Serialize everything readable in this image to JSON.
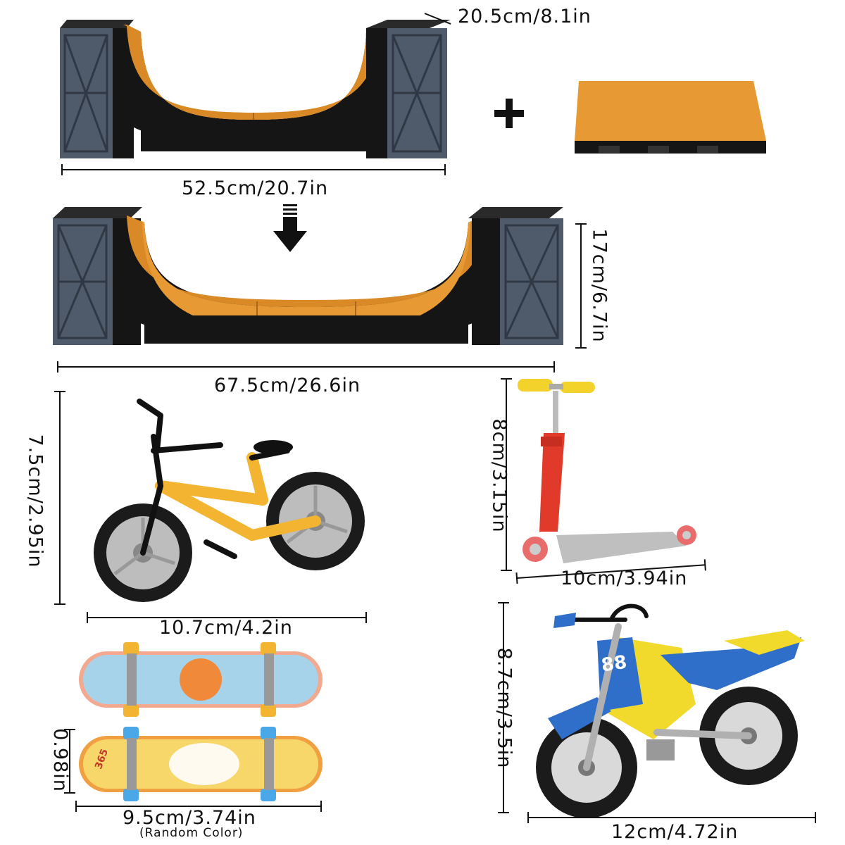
{
  "ramp_small": {
    "depth_label": "20.5cm/8.1in",
    "width_label": "52.5cm/20.7in"
  },
  "plus_sign": "+",
  "ramp_large": {
    "height_label": "17cm/6.7in",
    "width_label": "67.5cm/26.6in"
  },
  "bike": {
    "height_label": "7.5cm/2.95in",
    "width_label": "10.7cm/4.2in"
  },
  "scooter": {
    "height_label": "8cm/3.15in",
    "width_label": "10cm/3.94in"
  },
  "skateboards": {
    "height_label": "0.98in",
    "width_label": "9.5cm/3.74in",
    "note": "(Random Color)",
    "number_badge": "365"
  },
  "motorbike": {
    "height_label": "8.7cm/3.5in",
    "width_label": "12cm/4.72in",
    "number": "88"
  },
  "colors": {
    "ramp_orange": "#e79a34",
    "ramp_black": "#151515",
    "frame_gray": "#4f5a6b",
    "bike_yellow": "#f2b431",
    "scooter_red": "#e23a2a",
    "moto_blue": "#2f6fc9",
    "moto_yellow": "#f2da2d"
  }
}
